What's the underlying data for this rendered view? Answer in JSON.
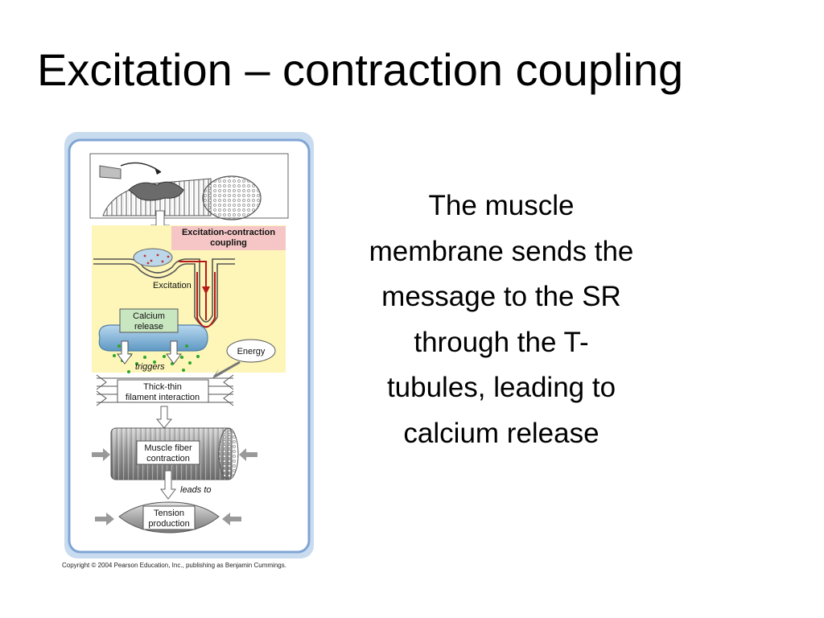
{
  "slide": {
    "title": "Excitation – contraction coupling",
    "body_lines": [
      "The muscle",
      "membrane sends the",
      "message to the SR",
      "through the T-",
      "tubules, leading to",
      "calcium release"
    ]
  },
  "figure": {
    "header": [
      "Excitation-contraction",
      "coupling"
    ],
    "excitation_label": "Excitation",
    "calcium_release": [
      "Calcium",
      "release"
    ],
    "energy_label": "Energy",
    "triggers_label": "triggers",
    "thick_thin": [
      "Thick-thin",
      "filament interaction"
    ],
    "muscle_fiber": [
      "Muscle fiber",
      "contraction"
    ],
    "leads_to_label": "leads to",
    "tension": [
      "Tension",
      "production"
    ],
    "copyright": "Copyright © 2004 Pearson Education, Inc., publishing as Benjamin Cummings."
  },
  "colors": {
    "yellow_panel": "#fdf6b8",
    "pink_header": "#f6c6c6",
    "green_box": "#c8e6c0",
    "blue_border": "#8fb3de",
    "t_tubule_red": "#b81818",
    "sr_blue": "#7eb4da",
    "calcium_green": "#2da52d"
  }
}
